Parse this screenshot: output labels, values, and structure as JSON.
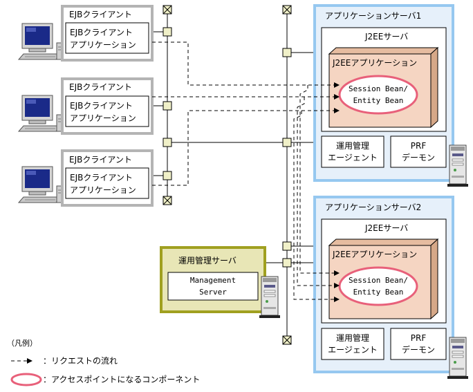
{
  "ejb_client": {
    "title": "EJBクライアント",
    "app_line1": "EJBクライアント",
    "app_line2": "アプリケーション"
  },
  "app_server_1": {
    "title": "アプリケーションサーバ1",
    "j2ee_server": "J2EEサーバ",
    "j2ee_app": "J2EEアプリケーション",
    "bean_line1": "Session Bean/",
    "bean_line2": "Entity Bean",
    "agent_line1": "運用管理",
    "agent_line2": "エージェント",
    "prf_line1": "PRF",
    "prf_line2": "デーモン"
  },
  "app_server_2": {
    "title": "アプリケーションサーバ2",
    "j2ee_server": "J2EEサーバ",
    "j2ee_app": "J2EEアプリケーション",
    "bean_line1": "Session Bean/",
    "bean_line2": "Entity Bean",
    "agent_line1": "運用管理",
    "agent_line2": "エージェント",
    "prf_line1": "PRF",
    "prf_line2": "デーモン"
  },
  "mgmt_server": {
    "title": "運用管理サーバ",
    "inner_line1": "Management",
    "inner_line2": "Server"
  },
  "legend": {
    "title": "（凡例）",
    "request_flow": "：リクエストの流れ",
    "access_point": "：アクセスポイントになるコンポーネント"
  },
  "colors": {
    "client_border": "#b4b4b4",
    "server_bg": "#e6f0fa",
    "server_border": "#96c8f0",
    "app_fill": "#f5d5c2",
    "app_side": "#d6a888",
    "bean_ring": "#e8607a",
    "mgmt_bg": "#e8e6b6",
    "mgmt_border": "#a0a020",
    "node_fill": "#f0f0c8"
  }
}
